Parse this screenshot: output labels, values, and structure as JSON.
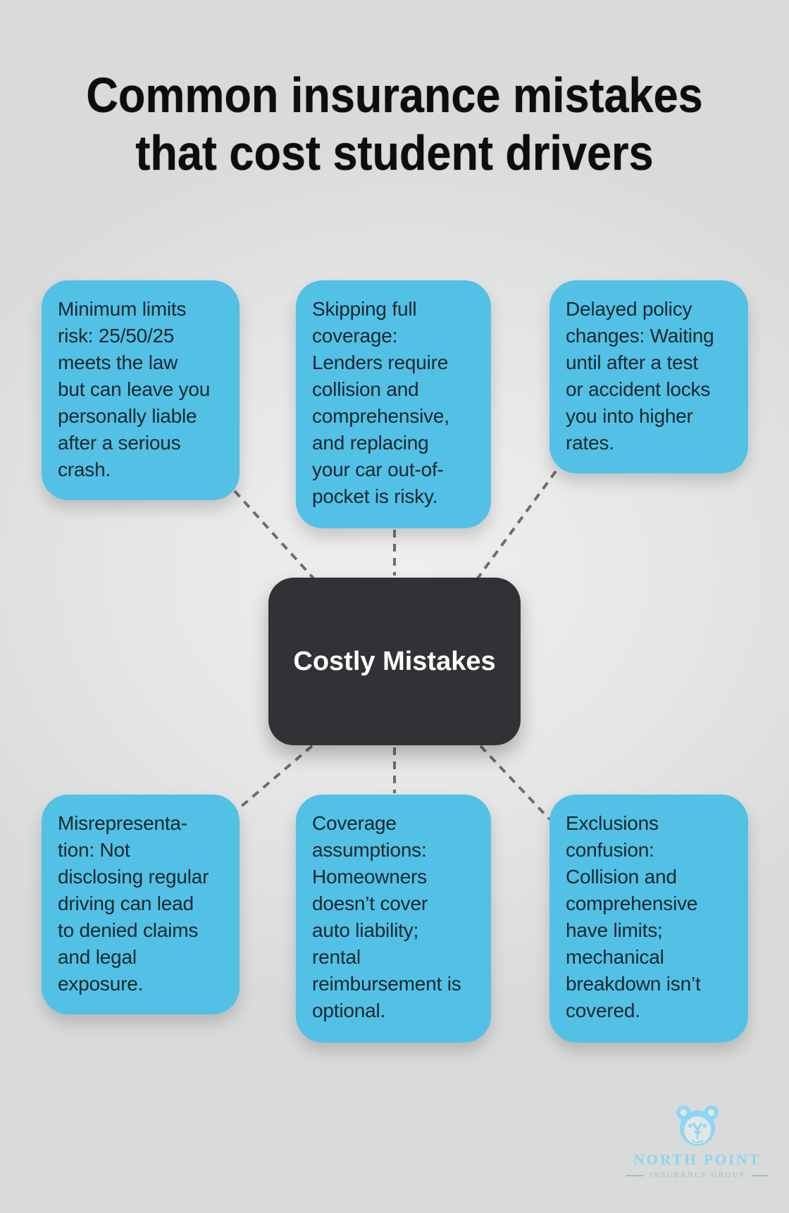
{
  "title": {
    "line1": "Common insurance mistakes",
    "line2": "that cost student drivers"
  },
  "center": {
    "label": "Costly Mistakes"
  },
  "nodes": {
    "top_left": {
      "text": "Minimum limits\nrisk: 25/50/25\nmeets the law\nbut can leave you\npersonally liable\nafter a serious\ncrash."
    },
    "top_middle": {
      "text": "Skipping full\ncoverage:\nLenders require\ncollision and\ncomprehensive,\nand replacing\nyour car out-of-\npocket is risky."
    },
    "top_right": {
      "text": "Delayed policy\nchanges: Waiting\nuntil after a test\nor accident locks\nyou into higher\nrates."
    },
    "bottom_left": {
      "text": "Misrepresenta-\ntion: Not\ndisclosing regular\ndriving can lead\nto denied claims\nand legal\nexposure."
    },
    "bottom_middle": {
      "text": "Coverage\nassumptions:\nHomeowners\ndoesn’t cover\nauto liability;\nrental\nreimbursement is\noptional."
    },
    "bottom_right": {
      "text": "Exclusions\nconfusion:\nCollision and\ncomprehensive\nhave limits;\nmechanical\nbreakdown isn’t\ncovered."
    }
  },
  "logo": {
    "name": "NORTH POINT",
    "tagline": "INSURANCE GROUP"
  },
  "colors": {
    "background": "#E4E5E5",
    "node_fill": "#52C1E5",
    "center_fill": "#323236",
    "center_text": "#FFFFFF",
    "body_text": "#17272F",
    "title_text": "#0D0D0D",
    "connector": "#6E6E6E",
    "logo_blue": "#8BD5F1",
    "logo_tagline": "#A6C0B6"
  }
}
